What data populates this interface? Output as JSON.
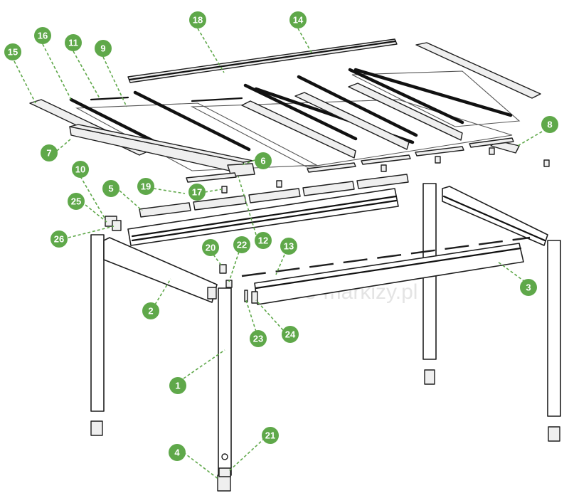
{
  "watermark": "e-markizy.pl",
  "colors": {
    "callout": "#5fa84a",
    "line": "#1e1e1e"
  },
  "callouts": [
    {
      "id": "18",
      "label": "18"
    },
    {
      "id": "14",
      "label": "14"
    },
    {
      "id": "16",
      "label": "16"
    },
    {
      "id": "11",
      "label": "11"
    },
    {
      "id": "9",
      "label": "9"
    },
    {
      "id": "15",
      "label": "15"
    },
    {
      "id": "8",
      "label": "8"
    },
    {
      "id": "7",
      "label": "7"
    },
    {
      "id": "6",
      "label": "6"
    },
    {
      "id": "10",
      "label": "10"
    },
    {
      "id": "5",
      "label": "5"
    },
    {
      "id": "19",
      "label": "19"
    },
    {
      "id": "17",
      "label": "17"
    },
    {
      "id": "25",
      "label": "25"
    },
    {
      "id": "12",
      "label": "12"
    },
    {
      "id": "26",
      "label": "26"
    },
    {
      "id": "20",
      "label": "20"
    },
    {
      "id": "22",
      "label": "22"
    },
    {
      "id": "13",
      "label": "13"
    },
    {
      "id": "3",
      "label": "3"
    },
    {
      "id": "2",
      "label": "2"
    },
    {
      "id": "23",
      "label": "23"
    },
    {
      "id": "24",
      "label": "24"
    },
    {
      "id": "1",
      "label": "1"
    },
    {
      "id": "4",
      "label": "4"
    },
    {
      "id": "21",
      "label": "21"
    }
  ]
}
